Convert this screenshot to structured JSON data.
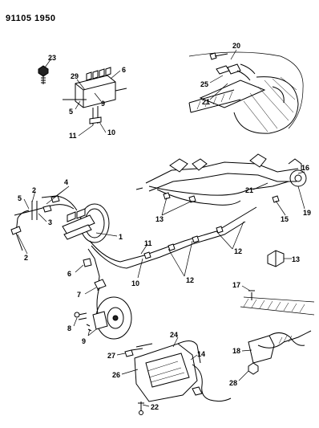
{
  "header": {
    "ref_code": "91105 1950"
  },
  "callouts": [
    {
      "id": "c23",
      "text": "23"
    },
    {
      "id": "c6a",
      "text": "6"
    },
    {
      "id": "c29",
      "text": "29"
    },
    {
      "id": "c9a",
      "text": "9"
    },
    {
      "id": "c5a",
      "text": "5"
    },
    {
      "id": "c11a",
      "text": "11"
    },
    {
      "id": "c10a",
      "text": "10"
    },
    {
      "id": "c20",
      "text": "20"
    },
    {
      "id": "c25",
      "text": "25"
    },
    {
      "id": "c21a",
      "text": "21"
    },
    {
      "id": "c4",
      "text": "4"
    },
    {
      "id": "c2a",
      "text": "2"
    },
    {
      "id": "c5b",
      "text": "5"
    },
    {
      "id": "c3",
      "text": "3"
    },
    {
      "id": "c2b",
      "text": "2"
    },
    {
      "id": "c1",
      "text": "1"
    },
    {
      "id": "c13a",
      "text": "13"
    },
    {
      "id": "c21b",
      "text": "21"
    },
    {
      "id": "c16",
      "text": "16"
    },
    {
      "id": "c15",
      "text": "15"
    },
    {
      "id": "c19",
      "text": "19"
    },
    {
      "id": "c11b",
      "text": "11"
    },
    {
      "id": "c12a",
      "text": "12"
    },
    {
      "id": "c13b",
      "text": "13"
    },
    {
      "id": "c6b",
      "text": "6"
    },
    {
      "id": "c10b",
      "text": "10"
    },
    {
      "id": "c12b",
      "text": "12"
    },
    {
      "id": "c7",
      "text": "7"
    },
    {
      "id": "c8",
      "text": "8"
    },
    {
      "id": "c9b",
      "text": "9"
    },
    {
      "id": "c17",
      "text": "17"
    },
    {
      "id": "c24",
      "text": "24"
    },
    {
      "id": "c27",
      "text": "27"
    },
    {
      "id": "c14",
      "text": "14"
    },
    {
      "id": "c26",
      "text": "26"
    },
    {
      "id": "c18",
      "text": "18"
    },
    {
      "id": "c28",
      "text": "28"
    },
    {
      "id": "c22",
      "text": "22"
    }
  ]
}
